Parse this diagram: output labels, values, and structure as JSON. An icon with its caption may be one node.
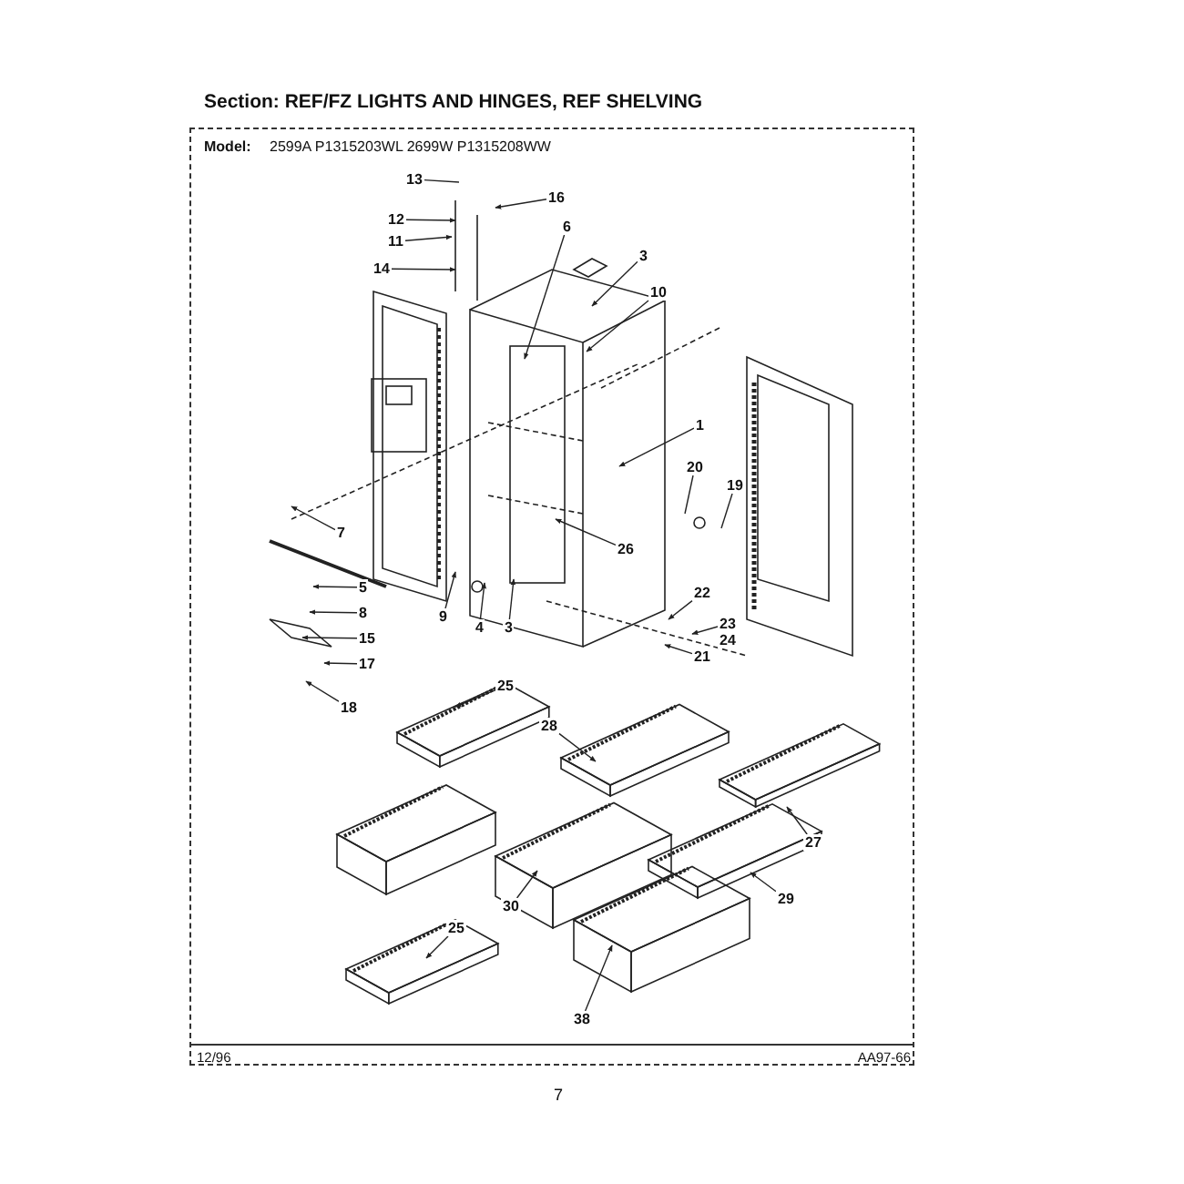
{
  "diagram": {
    "title": "Section: REF/FZ LIGHTS AND HINGES, REF SHELVING",
    "nodes": [
      {
        "text": [
          "13"
        ]
      },
      {
        "text": [
          "16"
        ]
      },
      {
        "text": [
          "12"
        ]
      },
      {
        "text": [
          "11"
        ]
      },
      {
        "text": [
          "14"
        ]
      },
      {
        "text": [
          "6"
        ]
      },
      {
        "text": [
          "3"
        ]
      },
      {
        "text": [
          "10"
        ]
      },
      {
        "text": [
          "1"
        ]
      },
      {
        "text": [
          "20"
        ]
      },
      {
        "text": [
          "19"
        ]
      },
      {
        "text": [
          "26"
        ]
      },
      {
        "text": [
          "7"
        ]
      },
      {
        "text": [
          "5"
        ]
      },
      {
        "text": [
          "8"
        ]
      },
      {
        "text": [
          "15"
        ]
      },
      {
        "text": [
          "17"
        ]
      },
      {
        "text": [
          "18"
        ]
      },
      {
        "text": [
          "9"
        ]
      },
      {
        "text": [
          "4"
        ]
      },
      {
        "text": [
          "3"
        ]
      },
      {
        "text": [
          "22"
        ]
      },
      {
        "text": [
          "23"
        ]
      },
      {
        "text": [
          "24"
        ]
      },
      {
        "text": [
          "21"
        ]
      },
      {
        "text": [
          "25"
        ]
      },
      {
        "text": [
          "28"
        ]
      },
      {
        "text": [
          "27"
        ]
      },
      {
        "text": [
          "30"
        ]
      },
      {
        "text": [
          "29"
        ]
      },
      {
        "text": [
          "25"
        ]
      },
      {
        "text": [
          "38"
        ]
      }
    ],
    "edges": [
      {
        "from": 0,
        "to": null,
        "arrow": "none"
      },
      {
        "from": 1,
        "to": null,
        "arrow": "to"
      },
      {
        "from": 2,
        "to": null,
        "arrow": "to"
      },
      {
        "from": 3,
        "to": null,
        "arrow": "to"
      },
      {
        "from": 4,
        "to": null,
        "arrow": "to"
      },
      {
        "from": 5,
        "to": null,
        "arrow": "to"
      },
      {
        "from": 6,
        "to": null,
        "arrow": "to"
      },
      {
        "from": 7,
        "to": null,
        "arrow": "to"
      },
      {
        "from": 8,
        "to": null,
        "arrow": "to"
      },
      {
        "from": 9,
        "to": null,
        "arrow": "none"
      },
      {
        "from": 10,
        "to": null,
        "arrow": "none"
      },
      {
        "from": 11,
        "to": null,
        "arrow": "to"
      },
      {
        "from": 12,
        "to": null,
        "arrow": "to"
      },
      {
        "from": 13,
        "to": null,
        "arrow": "to"
      },
      {
        "from": 14,
        "to": null,
        "arrow": "to"
      },
      {
        "from": 15,
        "to": null,
        "arrow": "to"
      },
      {
        "from": 16,
        "to": null,
        "arrow": "to"
      },
      {
        "from": 17,
        "to": null,
        "arrow": "to"
      },
      {
        "from": 18,
        "to": null,
        "arrow": "to"
      },
      {
        "from": 19,
        "to": null,
        "arrow": "to"
      },
      {
        "from": 20,
        "to": null,
        "arrow": "to"
      },
      {
        "from": 21,
        "to": null,
        "arrow": "to"
      },
      {
        "from": 22,
        "to": null,
        "arrow": "to"
      },
      {
        "from": 24,
        "to": null,
        "arrow": "to"
      },
      {
        "from": 25,
        "to": null,
        "arrow": "to"
      },
      {
        "from": 26,
        "to": null,
        "arrow": "to"
      },
      {
        "from": 27,
        "to": null,
        "arrow": "to"
      },
      {
        "from": 28,
        "to": null,
        "arrow": "to"
      },
      {
        "from": 29,
        "to": null,
        "arrow": "to"
      },
      {
        "from": 30,
        "to": null,
        "arrow": "to"
      },
      {
        "from": 31,
        "to": null,
        "arrow": "to"
      }
    ],
    "labels": [
      "Model:",
      "2599A P1315203WL 2699W P1315208WW",
      "12/96",
      "AA97-66",
      "7"
    ]
  }
}
